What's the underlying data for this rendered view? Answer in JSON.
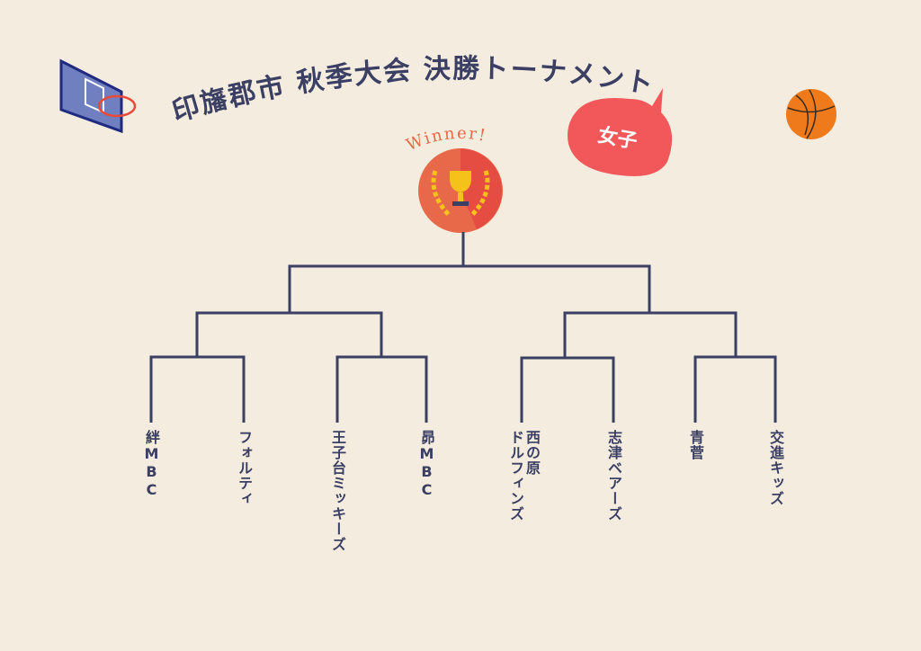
{
  "title": "印旛郡市 秋季大会 決勝トーナメント",
  "category": "女子",
  "winner_label": "Winner!",
  "teams": [
    "絆MBC",
    "フォルティ",
    "王子台ミッキーズ",
    "昴MBC",
    "西の原 ドルフィンズ",
    "志津ベアーズ",
    "青菅",
    "交進キッズ"
  ],
  "colors": {
    "line": "#3a3f63",
    "bubble": "#f2585a",
    "trophy_circle": "#e8694a",
    "background": "#f3ecdf"
  }
}
